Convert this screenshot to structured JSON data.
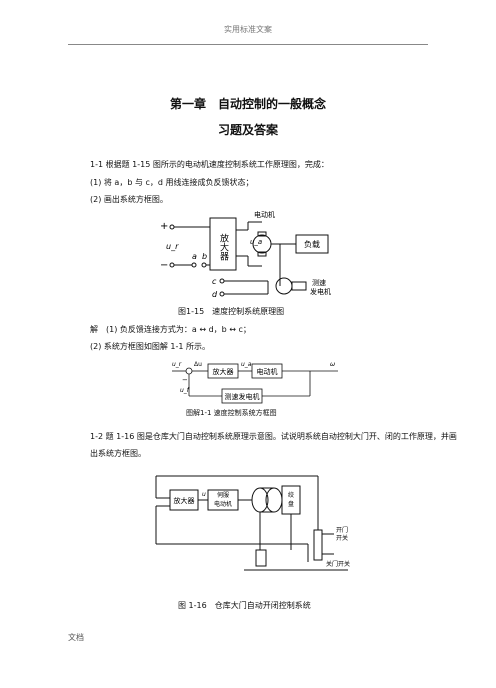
{
  "header": {
    "text": "实用标准文案"
  },
  "title": {
    "chapter": "第一章　自动控制的一般概念",
    "sub": "习题及答案"
  },
  "q1": {
    "stem": "1-1 根据题 1-15 图所示的电动机速度控制系统工作原理图，完成：",
    "item1": "(1) 将 a，b 与 c，d 用线连接成负反馈状态；",
    "item2": "(2) 画出系统方框图。"
  },
  "fig1": {
    "caption": "图1-15　速度控制系统原理图",
    "amplifier": "放大器",
    "motor": "电动机",
    "load": "负载",
    "generator_line1": "测速",
    "generator_line2": "发电机",
    "plus": "+",
    "minus": "−",
    "ur": "u_r",
    "ua": "u_a",
    "a": "a",
    "b": "b",
    "c": "c",
    "d": "d"
  },
  "answer1": {
    "line1": "解　(1) 负反馈连接方式为：a ↔ d，b ↔ c；",
    "line2": "(2) 系统方框图如图解 1-1 所示。"
  },
  "fig2": {
    "caption": "图解1-1 速度控制系统方框图",
    "ur": "u_r",
    "du": "Δu",
    "ua": "u_a",
    "w": "ω",
    "uf": "u_f",
    "minus": "−",
    "amplifier": "放大器",
    "motor": "电动机",
    "generator": "测速发电机"
  },
  "q2": {
    "text": "1-2 题 1-16 图是仓库大门自动控制系统原理示意图。试说明系统自动控制大门开、闭的工作原理，并画出系统方框图。"
  },
  "fig3": {
    "caption": "图 1-16　仓库大门自动开闭控制系统",
    "amplifier": "放大器",
    "servo_line1": "伺服",
    "servo_line2": "电动机",
    "drum_line1": "绞",
    "drum_line2": "盘",
    "open_line1": "开门",
    "open_line2": "开关",
    "close": "关门开关",
    "u": "u"
  },
  "footer": {
    "text": "文档"
  }
}
